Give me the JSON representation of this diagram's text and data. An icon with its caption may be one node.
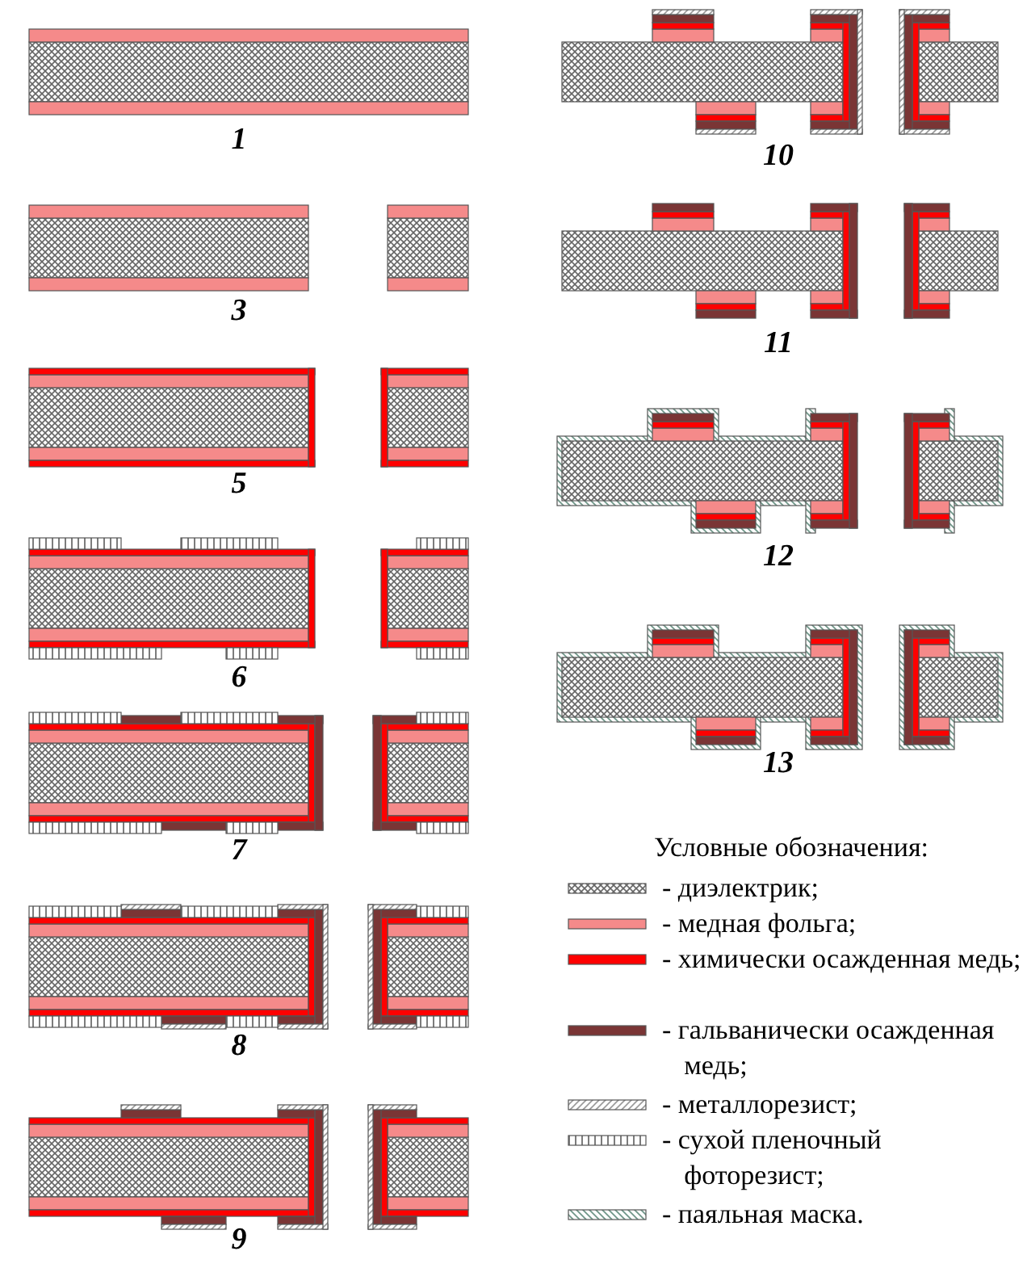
{
  "diagram": {
    "labels": [
      "1",
      "10",
      "3",
      "11",
      "5",
      "12",
      "6",
      "13",
      "7",
      "Условные обозначения:",
      "8",
      "9"
    ],
    "legend": [
      {
        "text": "- диэлектрик;"
      },
      {
        "text": "- медная фольга;",
        "color": "#f58a8a"
      },
      {
        "text": "- химически осажденная медь;",
        "color": "#ff0000"
      },
      {
        "text": "- гальванически осажденная медь;",
        "color": "#7a3535"
      },
      {
        "text": "- металлорезист;"
      },
      {
        "text": "- сухой пленочный фоторезист;"
      },
      {
        "text": "- паяльная маска."
      }
    ]
  }
}
